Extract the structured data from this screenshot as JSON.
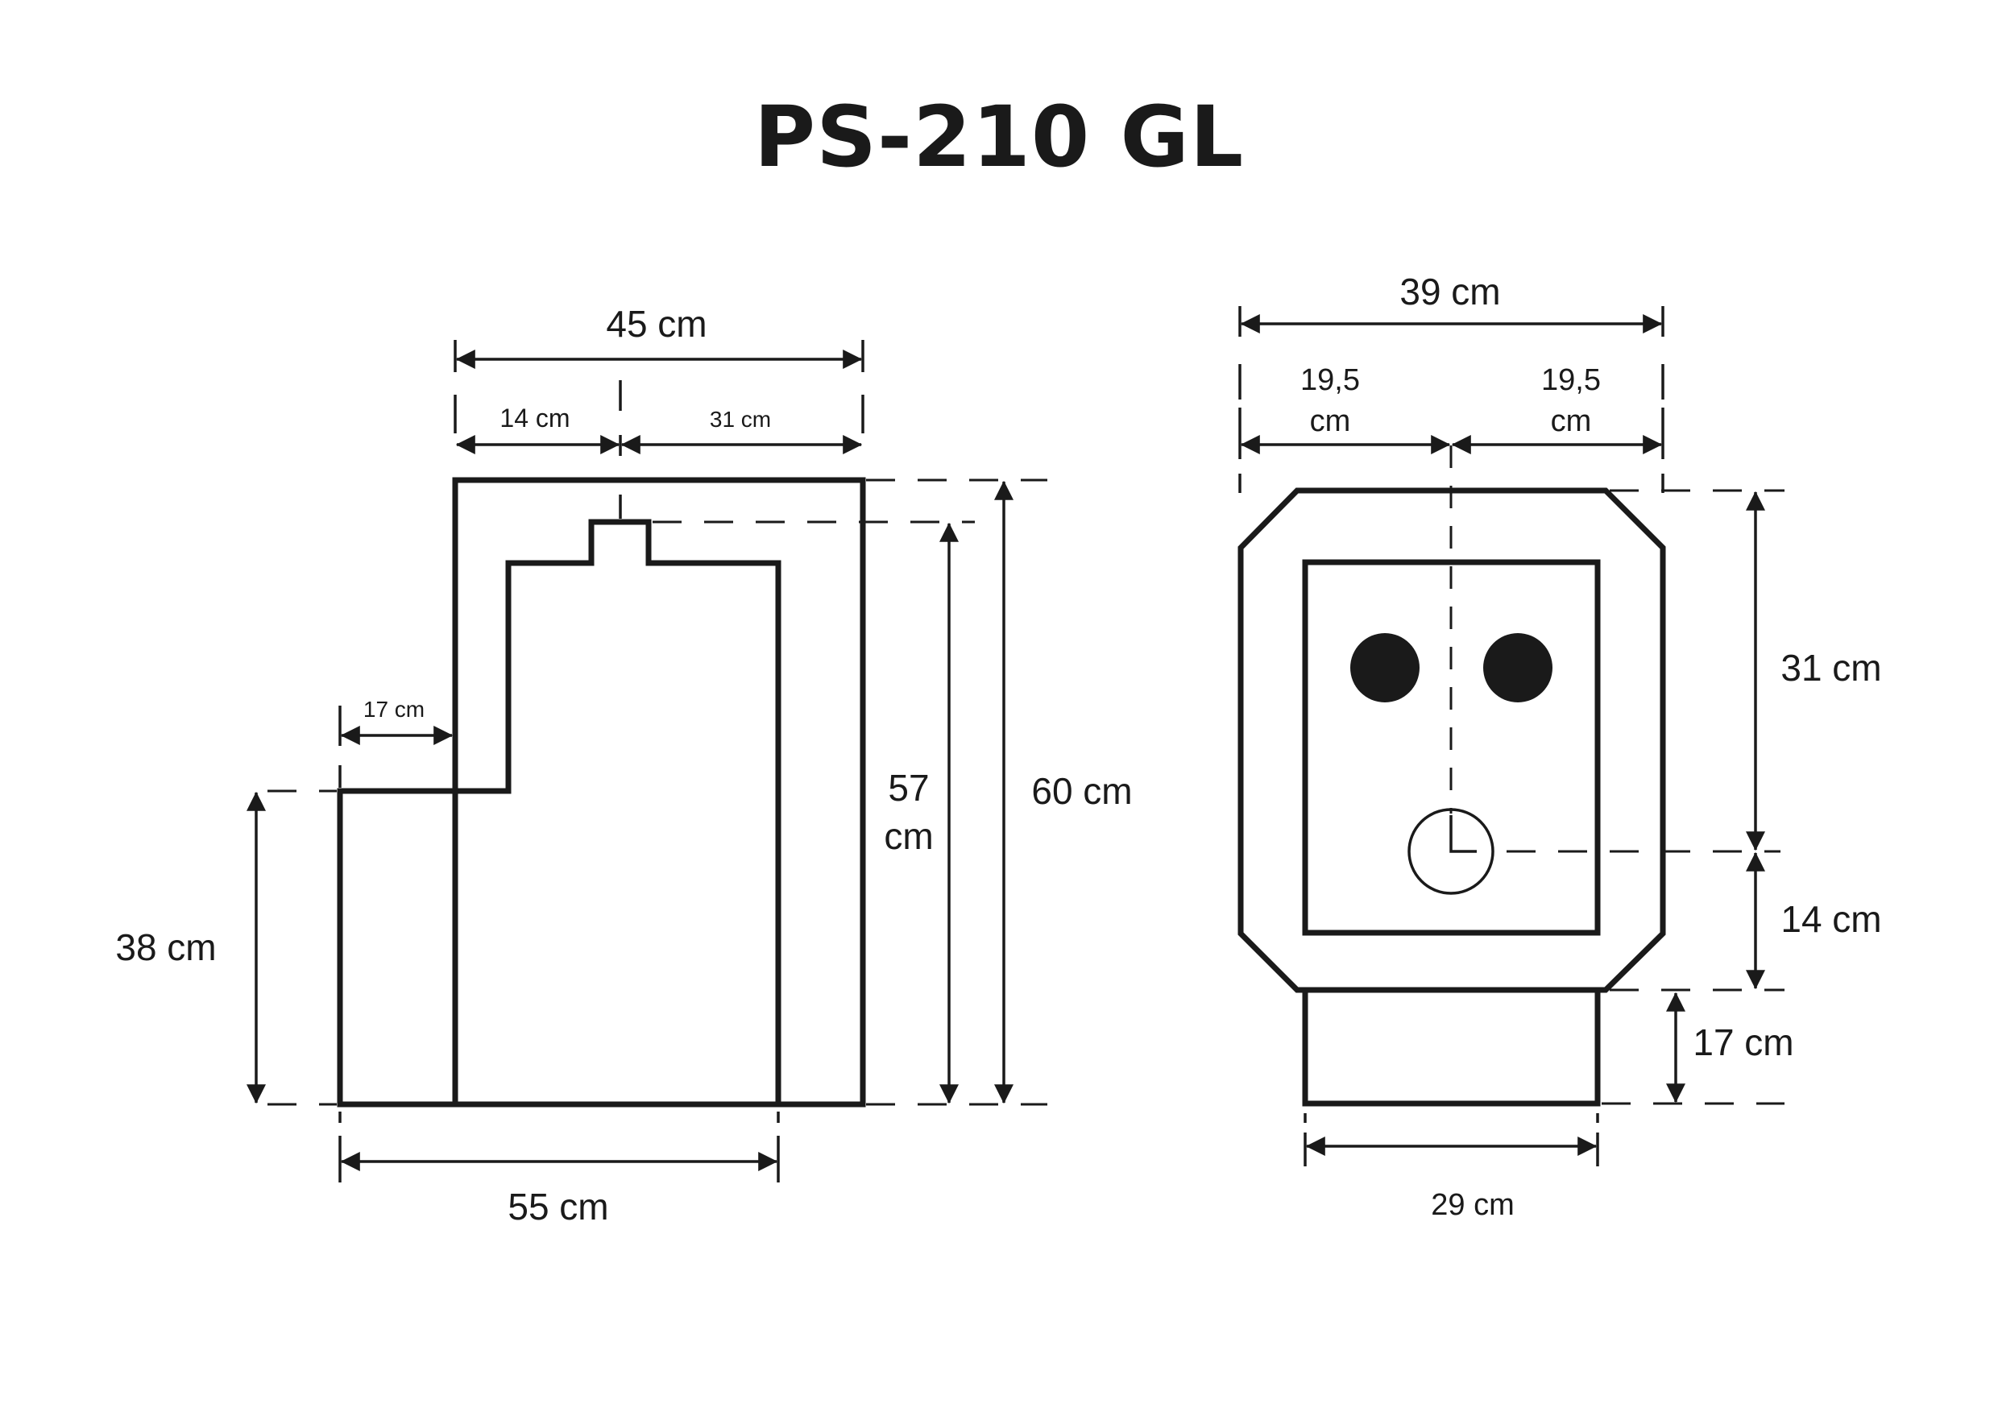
{
  "title": "PS-210 GL",
  "side_view": {
    "width_top": "45 cm",
    "width_left_part": "14 cm",
    "width_right_part": "31 cm",
    "step_width": "17 cm",
    "step_height": "38 cm",
    "inner_height_line1": "57",
    "inner_height_line2": "cm",
    "total_height": "60 cm",
    "total_depth": "55 cm"
  },
  "front_view": {
    "total_width": "39 cm",
    "half_width_left_line1": "19,5",
    "half_width_left_line2": "cm",
    "half_width_right_line1": "19,5",
    "half_width_right_line2": "cm",
    "upper_height": "31 cm",
    "lower_height": "14 cm",
    "base_height": "17 cm",
    "base_width": "29 cm"
  },
  "colors": {
    "ink": "#1a1a1a",
    "background": "#ffffff"
  }
}
